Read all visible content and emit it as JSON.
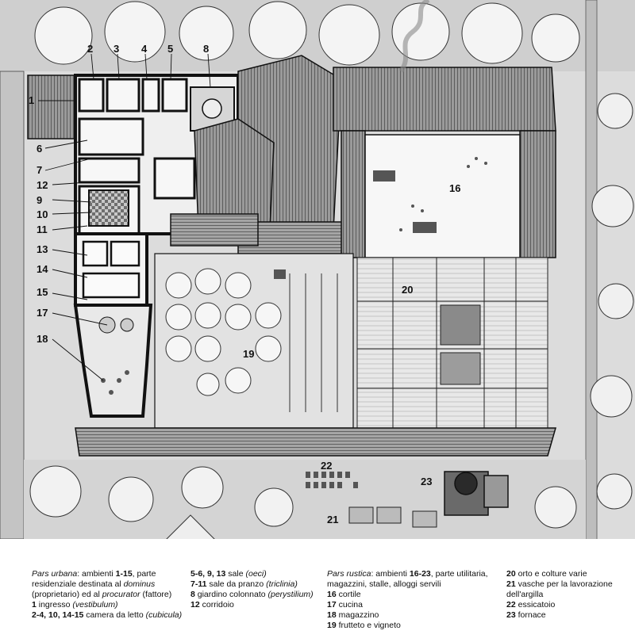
{
  "diagram": {
    "callouts": [
      {
        "n": "1"
      },
      {
        "n": "2"
      },
      {
        "n": "3"
      },
      {
        "n": "4"
      },
      {
        "n": "5"
      },
      {
        "n": "8"
      },
      {
        "n": "6"
      },
      {
        "n": "7"
      },
      {
        "n": "12"
      },
      {
        "n": "9"
      },
      {
        "n": "10"
      },
      {
        "n": "11"
      },
      {
        "n": "13"
      },
      {
        "n": "14"
      },
      {
        "n": "15"
      },
      {
        "n": "17"
      },
      {
        "n": "18"
      },
      {
        "n": "16"
      },
      {
        "n": "20"
      },
      {
        "n": "19"
      },
      {
        "n": "22"
      },
      {
        "n": "23"
      },
      {
        "n": "21"
      }
    ]
  },
  "legend": {
    "col1": [
      {
        "parts": [
          {
            "t": "Pars urbana",
            "s": "it"
          },
          {
            "t": ": ambienti "
          },
          {
            "t": "1-15",
            "s": "b"
          },
          {
            "t": ", parte"
          }
        ]
      },
      {
        "parts": [
          {
            "t": "residenziale destinata al "
          },
          {
            "t": "dominus",
            "s": "it"
          }
        ]
      },
      {
        "parts": [
          {
            "t": "(proprietario) ed al "
          },
          {
            "t": "procurator",
            "s": "it"
          },
          {
            "t": " (fattore)"
          }
        ]
      },
      {
        "parts": [
          {
            "t": "1",
            "s": "b"
          },
          {
            "t": " ingresso "
          },
          {
            "t": "(vestibulum)",
            "s": "it"
          }
        ]
      },
      {
        "parts": [
          {
            "t": "2-4, 10, 14-15",
            "s": "b"
          },
          {
            "t": " camera da letto "
          },
          {
            "t": "(cubicula)",
            "s": "it"
          }
        ]
      }
    ],
    "col2": [
      {
        "parts": [
          {
            "t": "5-6, 9, 13",
            "s": "b"
          },
          {
            "t": " sale "
          },
          {
            "t": "(oeci)",
            "s": "it"
          }
        ]
      },
      {
        "parts": [
          {
            "t": "7-11",
            "s": "b"
          },
          {
            "t": " sale da pranzo "
          },
          {
            "t": "(triclinia)",
            "s": "it"
          }
        ]
      },
      {
        "parts": [
          {
            "t": "8",
            "s": "b"
          },
          {
            "t": " giardino colonnato "
          },
          {
            "t": "(perystilium)",
            "s": "it"
          }
        ]
      },
      {
        "parts": [
          {
            "t": "12",
            "s": "b"
          },
          {
            "t": " corridoio"
          }
        ]
      }
    ],
    "col3": [
      {
        "parts": [
          {
            "t": "Pars rustica",
            "s": "it"
          },
          {
            "t": ": ambienti "
          },
          {
            "t": "16-23",
            "s": "b"
          },
          {
            "t": ", parte utilitaria,"
          }
        ]
      },
      {
        "parts": [
          {
            "t": "magazzini, stalle, alloggi servili"
          }
        ]
      },
      {
        "parts": [
          {
            "t": "16",
            "s": "b"
          },
          {
            "t": " cortile"
          }
        ]
      },
      {
        "parts": [
          {
            "t": "17",
            "s": "b"
          },
          {
            "t": " cucina"
          }
        ]
      },
      {
        "parts": [
          {
            "t": "18",
            "s": "b"
          },
          {
            "t": " magazzino"
          }
        ]
      },
      {
        "parts": [
          {
            "t": "19",
            "s": "b"
          },
          {
            "t": " frutteto e vigneto"
          }
        ]
      }
    ],
    "col4": [
      {
        "parts": [
          {
            "t": "20",
            "s": "b"
          },
          {
            "t": " orto e colture varie"
          }
        ]
      },
      {
        "parts": [
          {
            "t": "21",
            "s": "b"
          },
          {
            "t": " vasche per la lavorazione"
          }
        ]
      },
      {
        "parts": [
          {
            "t": "dell'argilla"
          }
        ]
      },
      {
        "parts": [
          {
            "t": "22",
            "s": "b"
          },
          {
            "t": " essicatoio"
          }
        ]
      },
      {
        "parts": [
          {
            "t": "23",
            "s": "b"
          },
          {
            "t": " fornace"
          }
        ]
      }
    ]
  },
  "colors": {
    "ink": "#111111",
    "paper": "#ffffff",
    "roof": "#7a7a7a",
    "wall": "#1a1a1a"
  }
}
